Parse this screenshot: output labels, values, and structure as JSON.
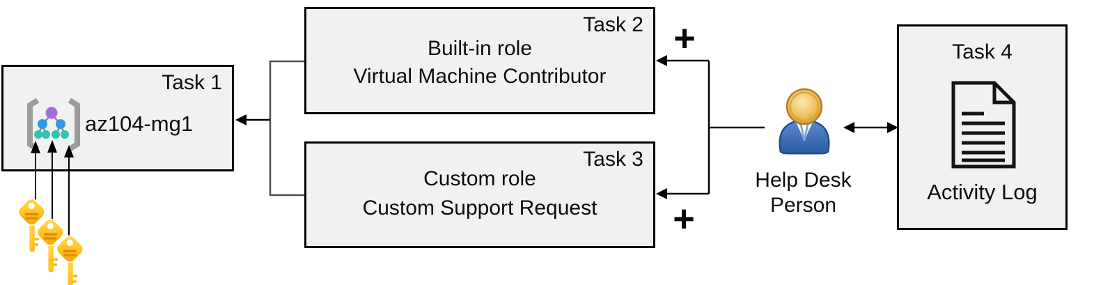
{
  "task1": {
    "badge": "Task 1",
    "label": "az104-mg1",
    "icon": "management-group-icon",
    "keys": {
      "icon": "key-icon",
      "count": 3
    }
  },
  "task2": {
    "badge": "Task 2",
    "role_type": "Built-in role",
    "role_name": "Virtual Machine Contributor"
  },
  "task3": {
    "badge": "Task 3",
    "role_type": "Custom role",
    "role_name": "Custom Support Request"
  },
  "task4": {
    "badge": "Task 4",
    "label": "Activity Log",
    "icon": "document-icon"
  },
  "actor": {
    "name_line1": "Help Desk",
    "name_line2": "Person",
    "icon": "person-icon"
  },
  "operators": {
    "plus_top": "+",
    "plus_bottom": "+"
  },
  "colors": {
    "box_fill": "#f1f1f1",
    "box_border": "#000000",
    "connector": "#000000",
    "bracket_gray": "#4d4d4d",
    "key_yellow": "#ffc425",
    "key_accent": "#e08e00",
    "person_body_blue": "#3566a8",
    "person_head_gold": "#e5a63c",
    "mg_root_purple": "#a271d6",
    "mg_child_blue": "#2f9ae3",
    "mg_leaf_teal": "#2ec4ae"
  }
}
